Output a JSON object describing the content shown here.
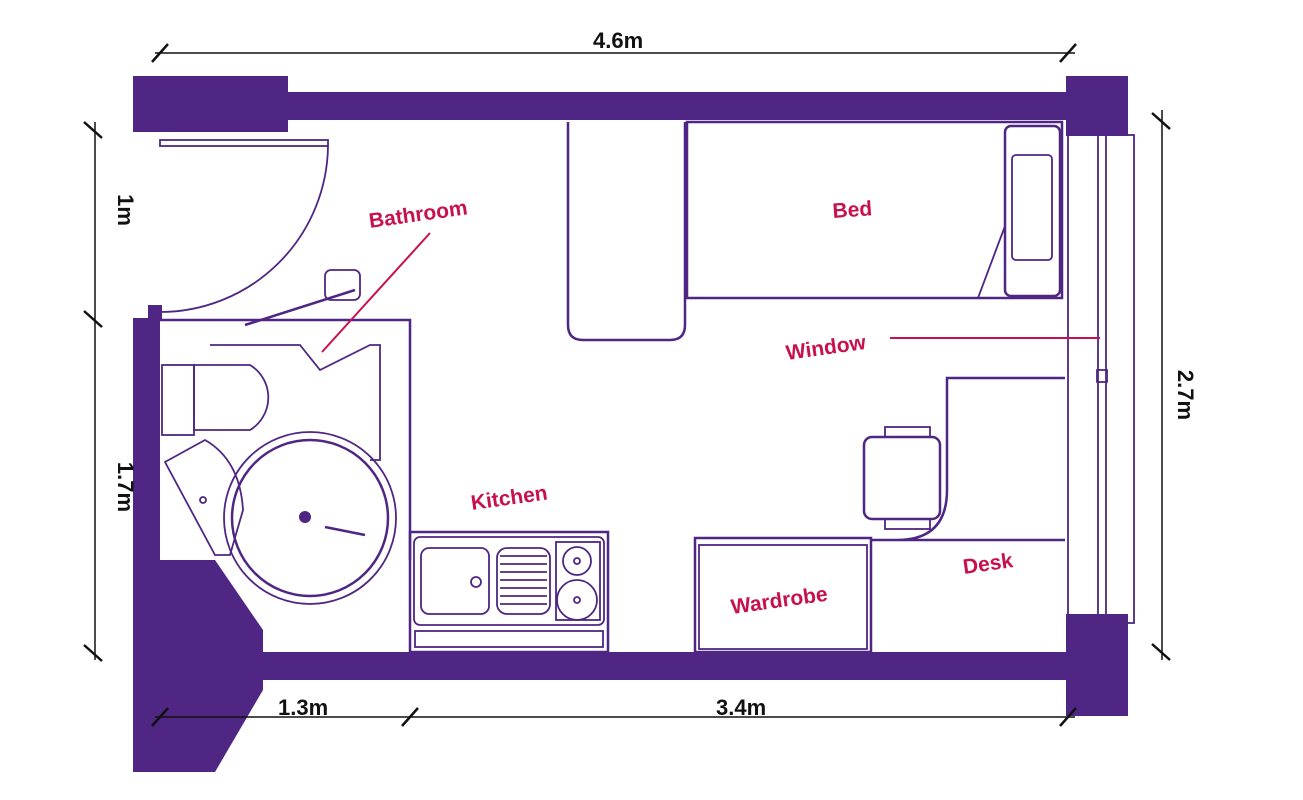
{
  "title": "Studio room floor plan",
  "colors": {
    "wall": "#4f2683",
    "label": "#c8104e",
    "dimension": "#111111"
  },
  "rooms": {
    "bathroom": "Bathroom",
    "bed": "Bed",
    "window": "Window",
    "kitchen": "Kitchen",
    "wardrobe": "Wardrobe",
    "desk": "Desk"
  },
  "dimensions": {
    "top_width": "4.6m",
    "door_width": "1m",
    "bathroom_depth": "1.7m",
    "room_depth": "2.7m",
    "bathroom_width": "1.3m",
    "main_width": "3.4m"
  }
}
